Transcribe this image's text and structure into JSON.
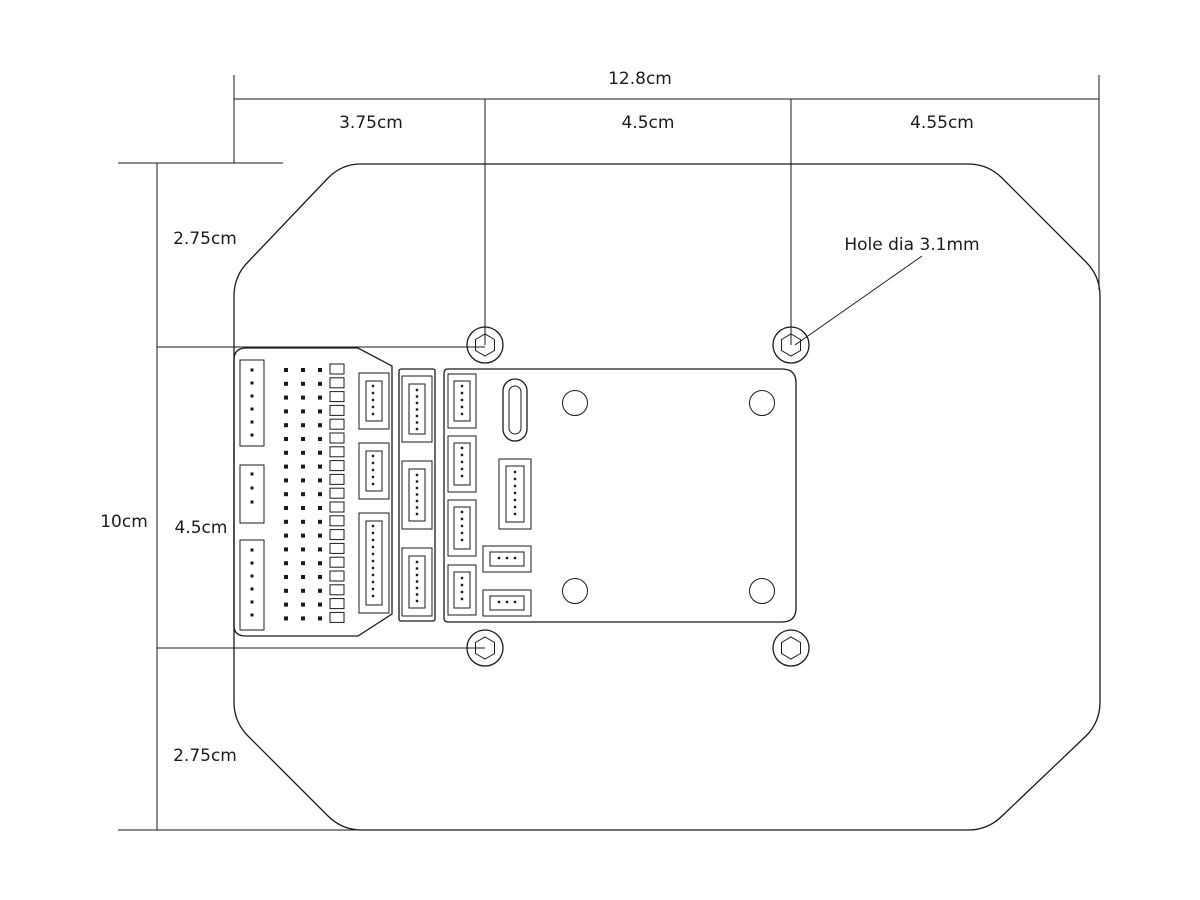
{
  "dimensions": {
    "total_width": "12.8cm",
    "segment_left": "3.75cm",
    "segment_middle": "4.5cm",
    "segment_right": "4.55cm",
    "total_height": "10cm",
    "segment_top": "2.75cm",
    "segment_center": "4.5cm",
    "segment_bottom": "2.75cm"
  },
  "callout": {
    "hole_label": "Hole dia 3.1mm"
  },
  "colors": {
    "line": "#1a1a1a",
    "background": "#ffffff"
  }
}
